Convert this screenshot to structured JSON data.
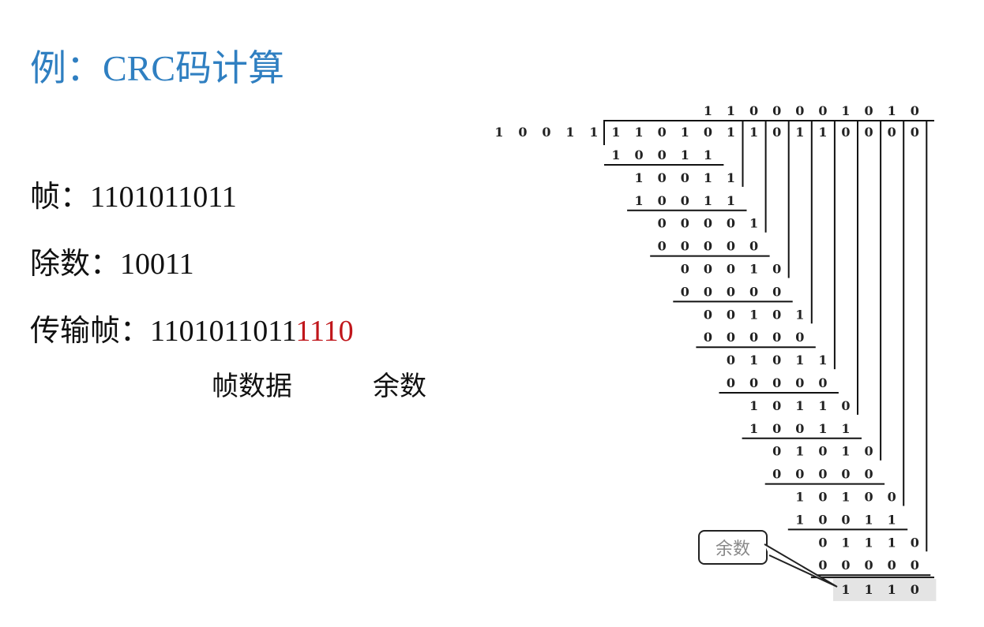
{
  "title": "例：CRC码计算",
  "frame": {
    "label": "帧：",
    "value": "1101011011"
  },
  "divisor": {
    "label": "除数：",
    "value": "10011"
  },
  "transmit": {
    "label": "传输帧：",
    "data_part": "1101011011",
    "remainder_part": "1110"
  },
  "annotations": {
    "data_label": "帧数据",
    "remainder_label": "余数"
  },
  "colors": {
    "title": "#2f7fc1",
    "remainder": "#c0161b"
  },
  "division": {
    "divisor": "10011",
    "quotient": "1100001010",
    "dividend": "11010110110000",
    "rows": [
      {
        "digits": "10011",
        "col": 0
      },
      {
        "digits": "10011",
        "col": 1
      },
      {
        "digits": "10011",
        "col": 1
      },
      {
        "digits": "00001",
        "col": 2
      },
      {
        "digits": "00000",
        "col": 2
      },
      {
        "digits": "00010",
        "col": 3
      },
      {
        "digits": "00000",
        "col": 3
      },
      {
        "digits": "00101",
        "col": 4
      },
      {
        "digits": "00000",
        "col": 4
      },
      {
        "digits": "01011",
        "col": 5
      },
      {
        "digits": "00000",
        "col": 5
      },
      {
        "digits": "10110",
        "col": 6
      },
      {
        "digits": "10011",
        "col": 6
      },
      {
        "digits": "01010",
        "col": 7
      },
      {
        "digits": "00000",
        "col": 7
      },
      {
        "digits": "10100",
        "col": 8
      },
      {
        "digits": "10011",
        "col": 8
      },
      {
        "digits": "01110",
        "col": 9
      },
      {
        "digits": "00000",
        "col": 9
      }
    ],
    "remainder": "1110",
    "callout": "余数"
  }
}
